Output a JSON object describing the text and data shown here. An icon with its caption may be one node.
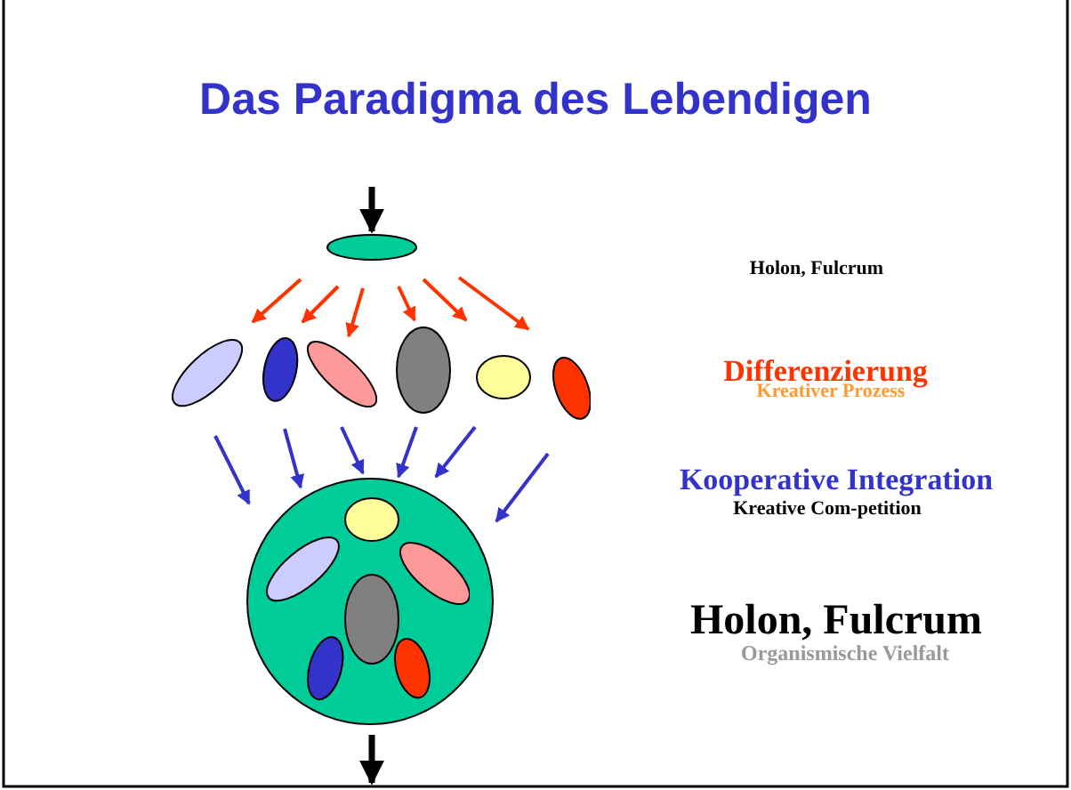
{
  "diagram": {
    "title": "Das Paradigma des Lebendigen",
    "nodes": [
      {
        "text": [],
        "shape": "ellipse"
      },
      {
        "text": [],
        "shape": "ellipse"
      },
      {
        "text": [],
        "shape": "ellipse"
      },
      {
        "text": [],
        "shape": "ellipse"
      },
      {
        "text": [],
        "shape": "ellipse"
      },
      {
        "text": [],
        "shape": "ellipse"
      },
      {
        "text": [],
        "shape": "ellipse"
      },
      {
        "text": [],
        "shape": "circle"
      },
      {
        "text": [],
        "shape": "ellipse",
        "in": 7
      },
      {
        "text": [],
        "shape": "ellipse",
        "in": 7
      },
      {
        "text": [],
        "shape": "ellipse",
        "in": 7
      },
      {
        "text": [],
        "shape": "ellipse",
        "in": 7
      },
      {
        "text": [],
        "shape": "ellipse",
        "in": 7
      },
      {
        "text": [],
        "shape": "ellipse",
        "in": 7
      }
    ],
    "edges": [
      {
        "from": null,
        "to": 0,
        "arrow": "to",
        "color": "#000000"
      },
      {
        "from": 0,
        "to": 1,
        "arrow": "to",
        "color": "#ff3300"
      },
      {
        "from": 0,
        "to": 2,
        "arrow": "to",
        "color": "#ff3300"
      },
      {
        "from": 0,
        "to": 3,
        "arrow": "to",
        "color": "#ff3300"
      },
      {
        "from": 0,
        "to": 4,
        "arrow": "to",
        "color": "#ff3300"
      },
      {
        "from": 0,
        "to": 5,
        "arrow": "to",
        "color": "#ff3300"
      },
      {
        "from": 0,
        "to": 6,
        "arrow": "to",
        "color": "#ff3300"
      },
      {
        "from": 1,
        "to": 7,
        "arrow": "to",
        "color": "#3333cc"
      },
      {
        "from": 2,
        "to": 7,
        "arrow": "to",
        "color": "#3333cc"
      },
      {
        "from": 3,
        "to": 7,
        "arrow": "to",
        "color": "#3333cc"
      },
      {
        "from": 4,
        "to": 7,
        "arrow": "to",
        "color": "#3333cc"
      },
      {
        "from": 5,
        "to": 7,
        "arrow": "to",
        "color": "#3333cc"
      },
      {
        "from": 6,
        "to": 7,
        "arrow": "to",
        "color": "#3333cc"
      },
      {
        "from": 7,
        "to": null,
        "arrow": "to",
        "color": "#000000"
      }
    ],
    "labels": [
      "Holon, Fulcrum",
      "Differenzierung",
      "Kreativer Prozess",
      "Kooperative Integration",
      "Kreative Com-petition",
      "Holon, Fulcrum",
      "Organismische Vielfalt"
    ]
  }
}
